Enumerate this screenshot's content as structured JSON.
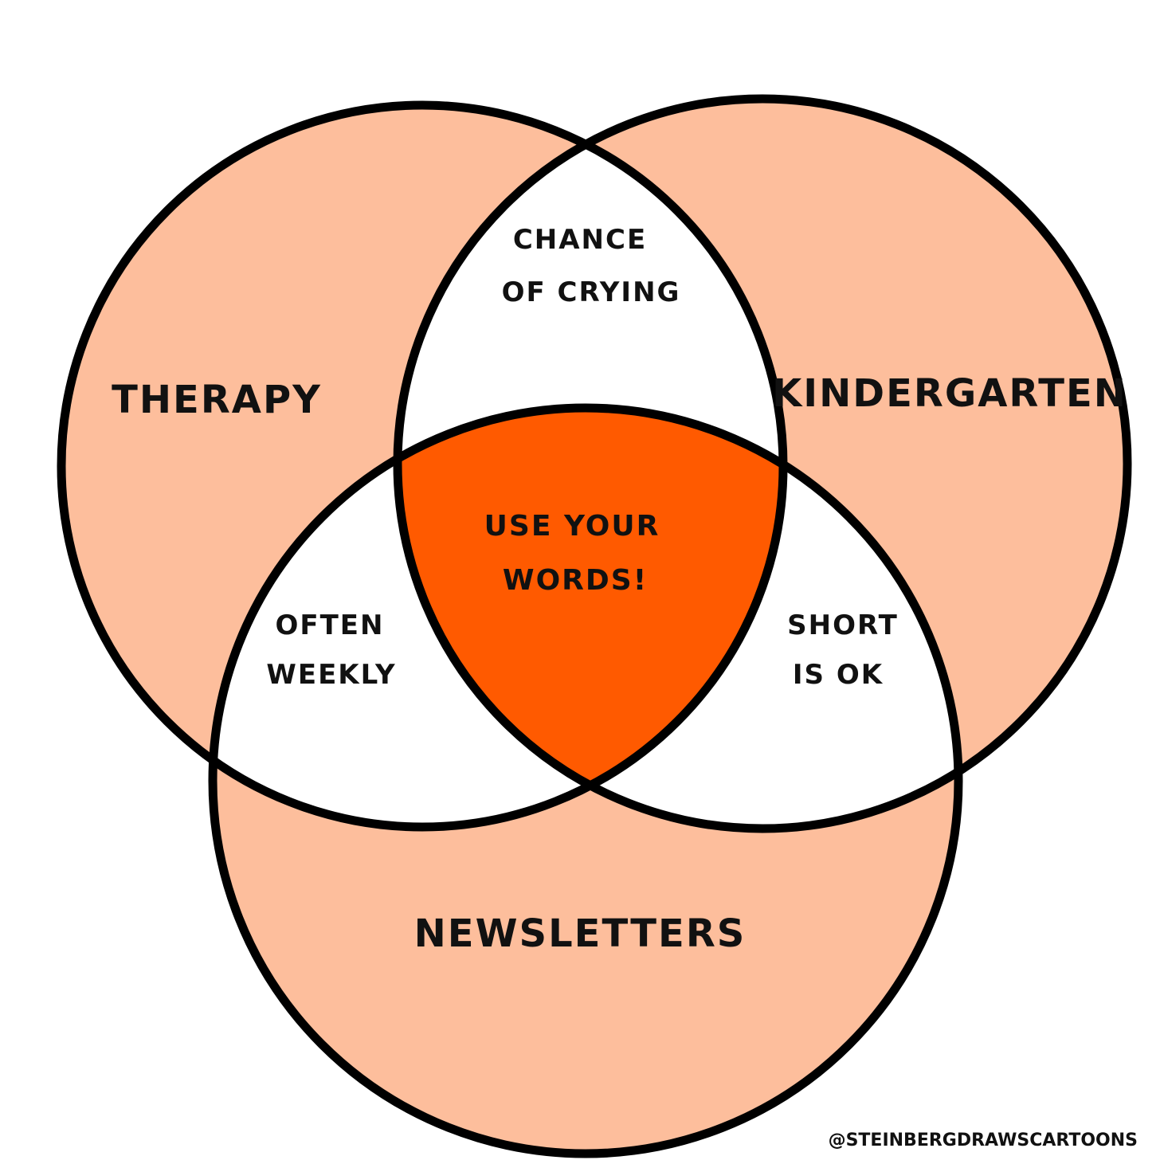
{
  "colors": {
    "background": "#ffffff",
    "single_set": "#fdbe9c",
    "pair_overlap": "#ffffff",
    "center_overlap": "#ff5a00",
    "outline": "#000000"
  },
  "sets": {
    "therapy": "THERAPY",
    "kindergarten": "KINDERGARTEN",
    "newsletters": "NEWSLETTERS"
  },
  "overlaps": {
    "therapy_kindergarten": [
      "CHANCE",
      "OF CRYING"
    ],
    "therapy_newsletters": [
      "OFTEN",
      "WEEKLY"
    ],
    "kindergarten_newsletters": [
      "SHORT",
      "IS OK"
    ],
    "all_three": [
      "USE YOUR",
      "WORDS!"
    ]
  },
  "credit": "@STEINBERGDRAWSCARTOONS"
}
